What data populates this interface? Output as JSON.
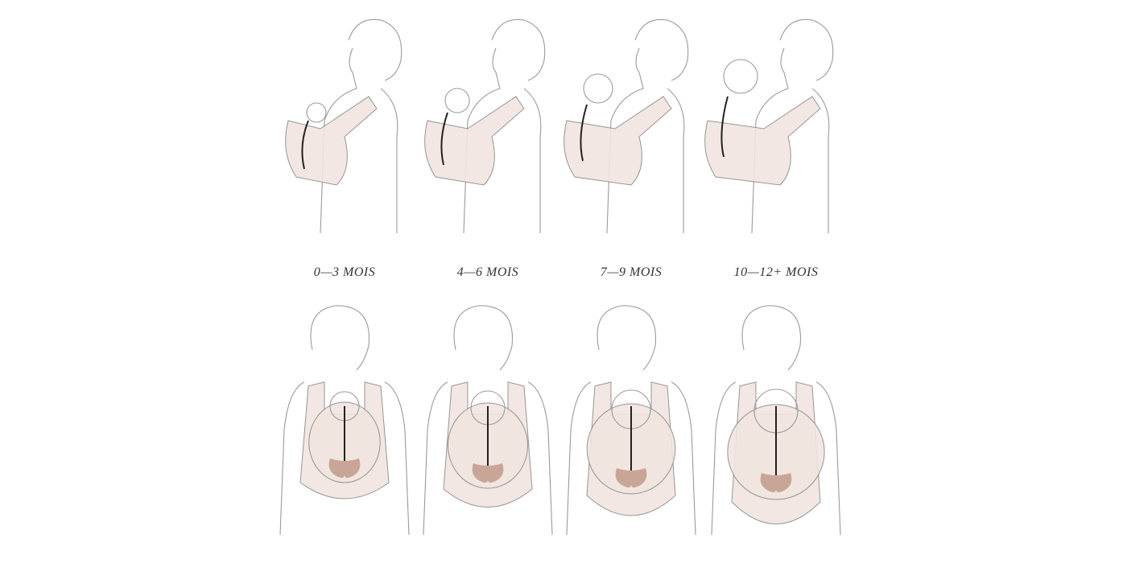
{
  "stages": [
    {
      "label": "0—3 MOIS"
    },
    {
      "label": "4—6 MOIS"
    },
    {
      "label": "7—9 MOIS"
    },
    {
      "label": "10—12+ MOIS"
    }
  ],
  "colors": {
    "carrier": "#f1e5df",
    "pelvis": "#c8a597",
    "spine": "#222222",
    "outline": "#9a9a9a"
  }
}
